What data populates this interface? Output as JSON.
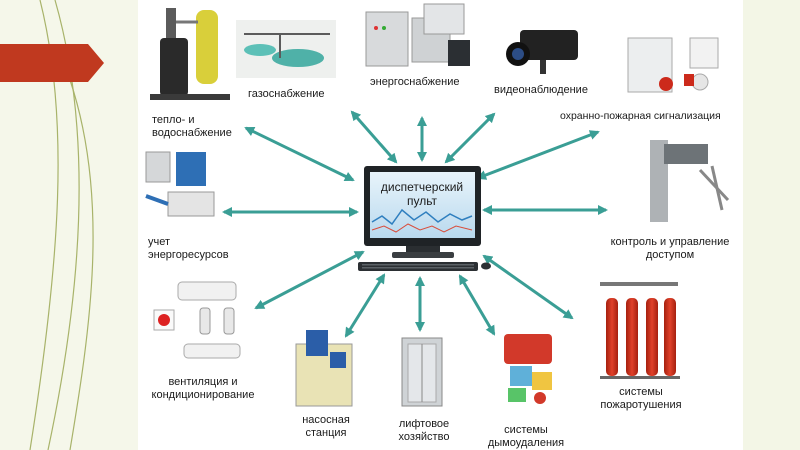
{
  "diagram": {
    "center_label": [
      "диспетчерский",
      "пульт"
    ],
    "nodes": {
      "heat_water": [
        "тепло- и",
        "водоснабжение"
      ],
      "gas": [
        "газоснабжение"
      ],
      "power": [
        "энергоснабжение"
      ],
      "video": [
        "видеонаблюдение"
      ],
      "fire_alarm": [
        "охранно-пожарная сигнализация"
      ],
      "energy_metering": [
        "учет",
        "энергоресурсов"
      ],
      "access_control": [
        "контроль и управление",
        "доступом"
      ],
      "ventilation": [
        "вентиляция и",
        "кондиционирование"
      ],
      "pump_station": [
        "насосная",
        "станция"
      ],
      "elevator": [
        "лифтовое",
        "хозяйство"
      ],
      "smoke_removal": [
        "системы",
        "дымоудаления"
      ],
      "fire_extinguishing": [
        "системы",
        "пожаротушения"
      ]
    }
  },
  "colors": {
    "arrow": "#3a9e95",
    "accent_shape": "#c0391f",
    "side_panel": "#f5f7ea",
    "decor_line": "#a8b36a"
  }
}
